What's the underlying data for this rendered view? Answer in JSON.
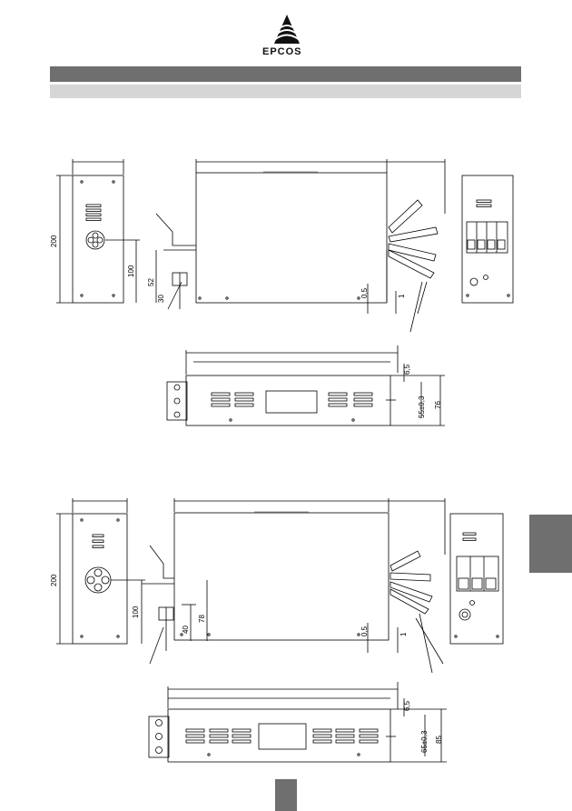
{
  "brand": {
    "logo_text": "EPCOS",
    "colors": {
      "header_bar": "#6f6f6f",
      "sub_bar": "#d6d6d6",
      "side_tab": "#6f6f6f"
    }
  },
  "drawing1": {
    "dims": {
      "height_total": "200",
      "height_100": "100",
      "height_52": "52",
      "height_30": "30",
      "gap_05": "0,5",
      "gap_1": "1",
      "pitch": "55±0,3",
      "width_76": "76",
      "offset_65": "6,5"
    }
  },
  "drawing2": {
    "dims": {
      "height_total": "200",
      "height_100": "100",
      "height_78": "78",
      "height_40": "40",
      "gap_05": "0,5",
      "gap_1": "1",
      "pitch": "65±0,3",
      "width_85": "85",
      "offset_65": "6,5"
    }
  }
}
